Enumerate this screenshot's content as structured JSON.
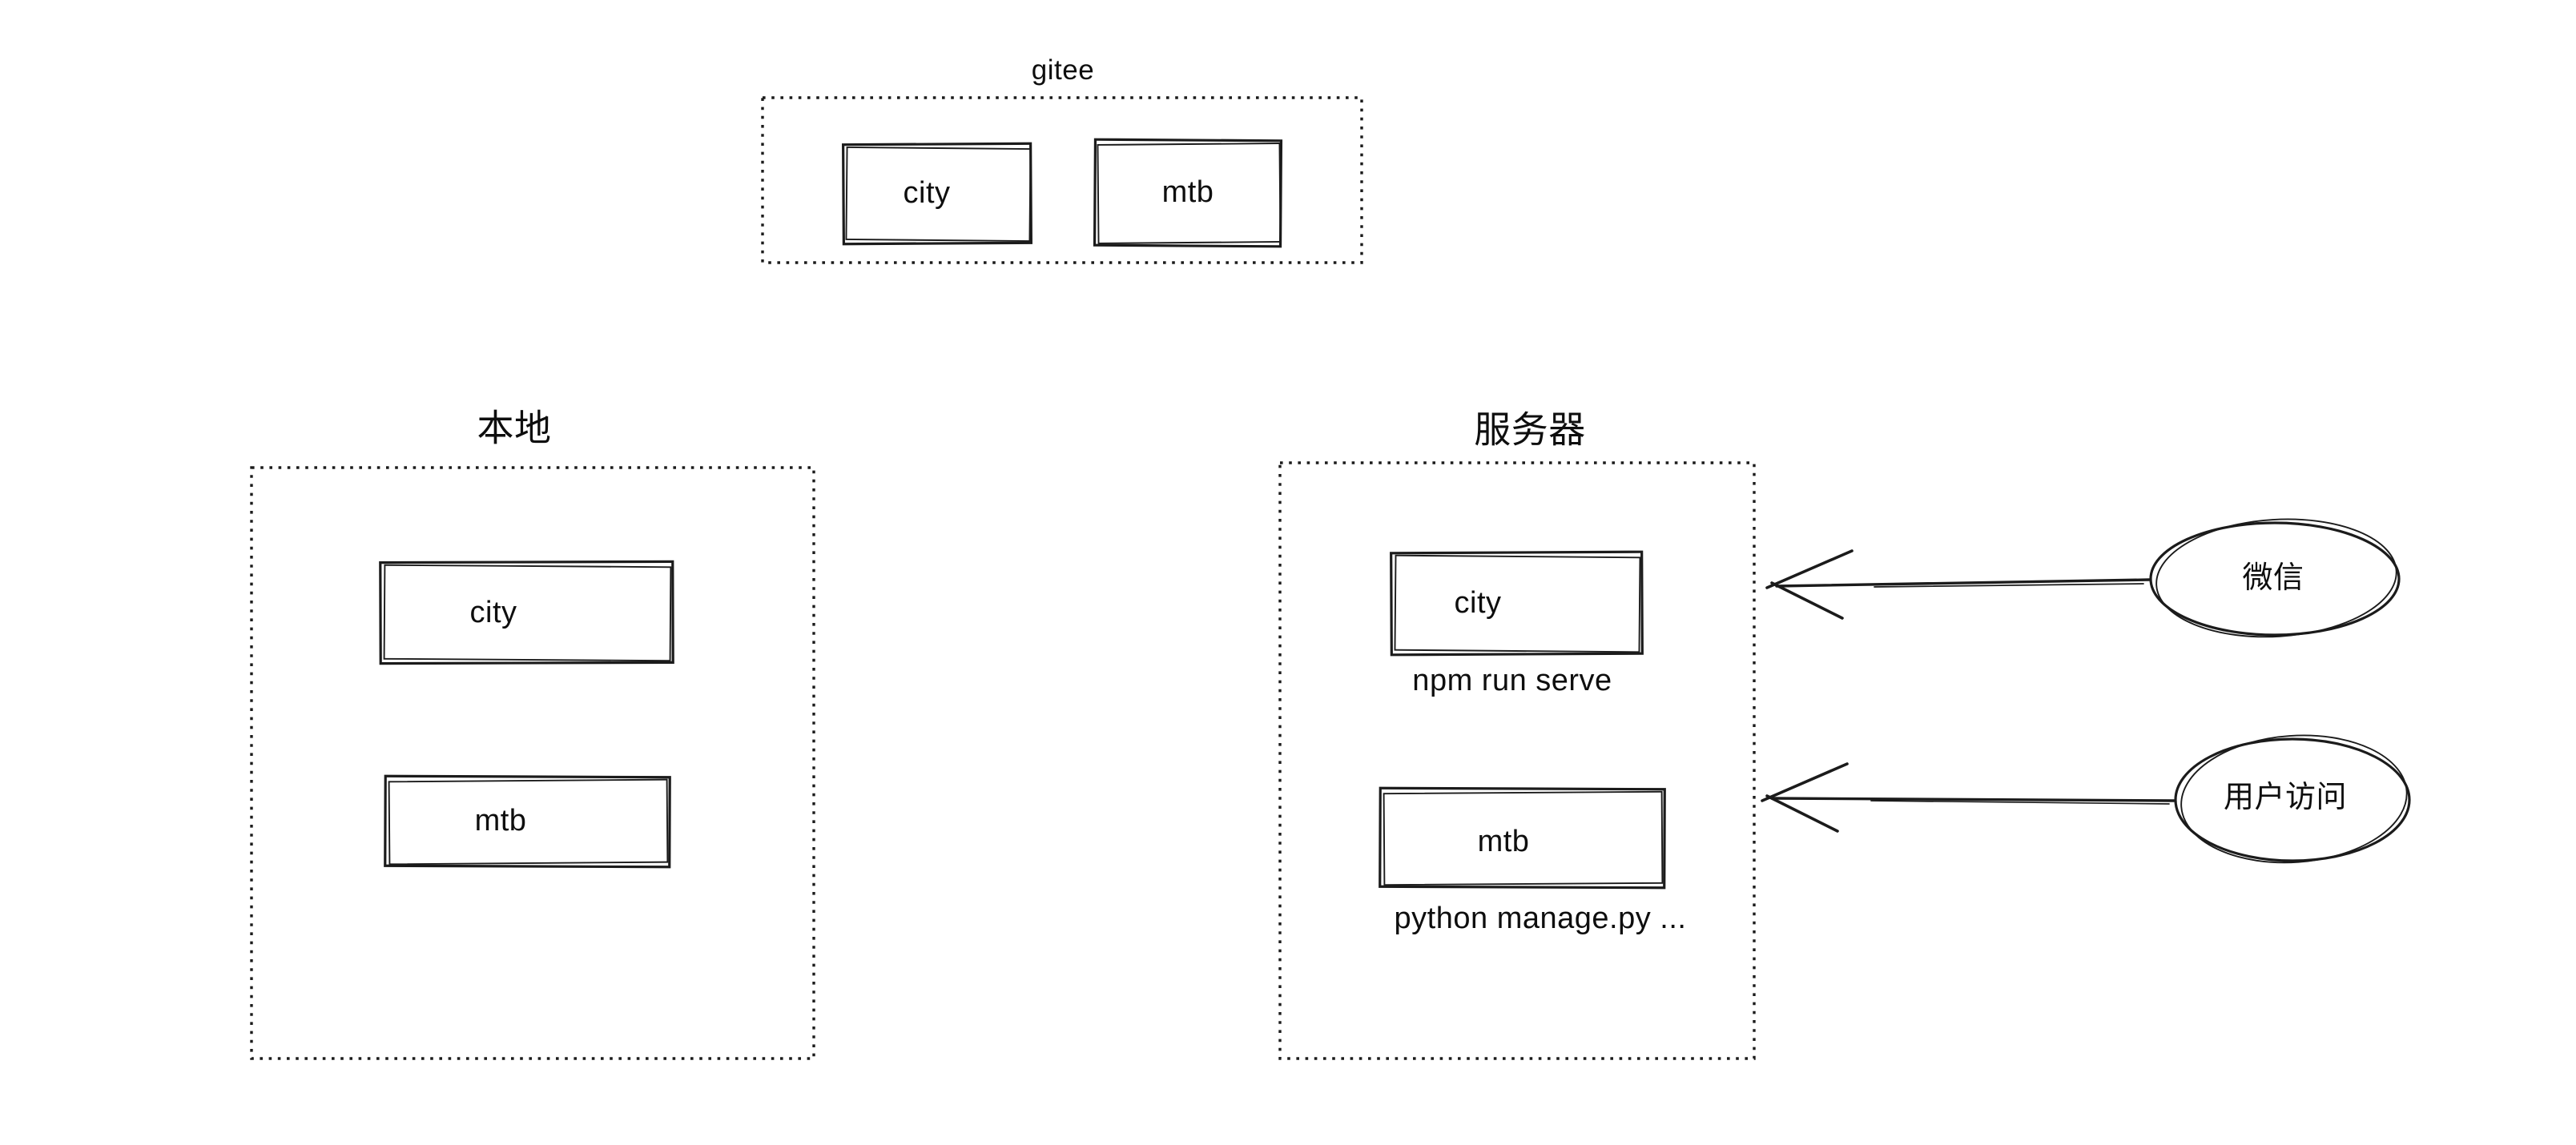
{
  "diagram": {
    "background_color": "#ffffff",
    "ink_color": "#1b1b1b",
    "frames": {
      "gitee": {
        "label": "gitee",
        "nodes": [
          {
            "label": "city"
          },
          {
            "label": "mtb"
          }
        ]
      },
      "local": {
        "label": "本地",
        "nodes": [
          {
            "label": "city"
          },
          {
            "label": "mtb"
          }
        ]
      },
      "server": {
        "label": "服务器",
        "nodes": [
          {
            "label": "city",
            "caption": "npm run serve"
          },
          {
            "label": "mtb",
            "caption": "python manage.py ..."
          }
        ]
      }
    },
    "actors": [
      {
        "label": "微信"
      },
      {
        "label": "用户访问"
      }
    ],
    "arrows": [
      {
        "from": "微信",
        "to": "服务器",
        "direction": "left"
      },
      {
        "from": "用户访问",
        "to": "服务器",
        "direction": "left"
      }
    ]
  }
}
